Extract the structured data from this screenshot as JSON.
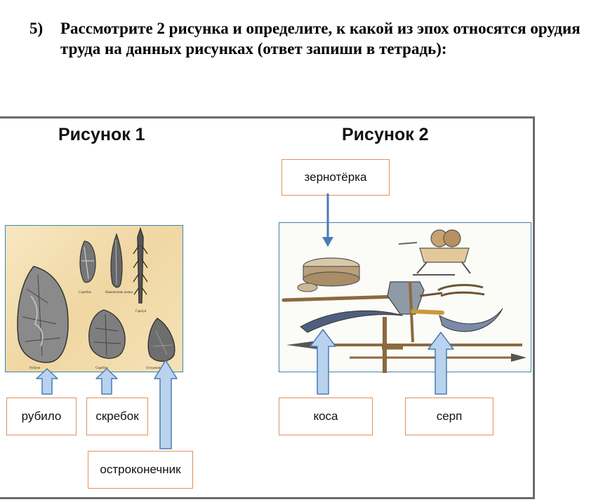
{
  "task": {
    "number": "5)",
    "text": "Рассмотрите 2 рисунка и определите, к какой из эпох относятся орудия труда на данных рисунках (ответ запиши  в тетрадь):"
  },
  "figure1": {
    "title": "Рисунок 1",
    "labels": {
      "rubilo": "рубило",
      "skrebok": "скребок",
      "ostrokonechnik": "остроконечник"
    },
    "tiny_captions": [
      "Скребок",
      "Наконечник копья",
      "Гарпун",
      "Рубило",
      "Скребок",
      "Остроконечник"
    ]
  },
  "figure2": {
    "title": "Рисунок 2",
    "labels": {
      "zernoterka": "зернотёрка",
      "kosa": "коса",
      "serp": "серп"
    }
  },
  "colors": {
    "label_border": "#e0925a",
    "panel_border": "#3f86a6",
    "frame_border": "#6b6b6b",
    "arrow_fill": "#b9d3ee",
    "arrow_stroke": "#4a7ab5"
  }
}
